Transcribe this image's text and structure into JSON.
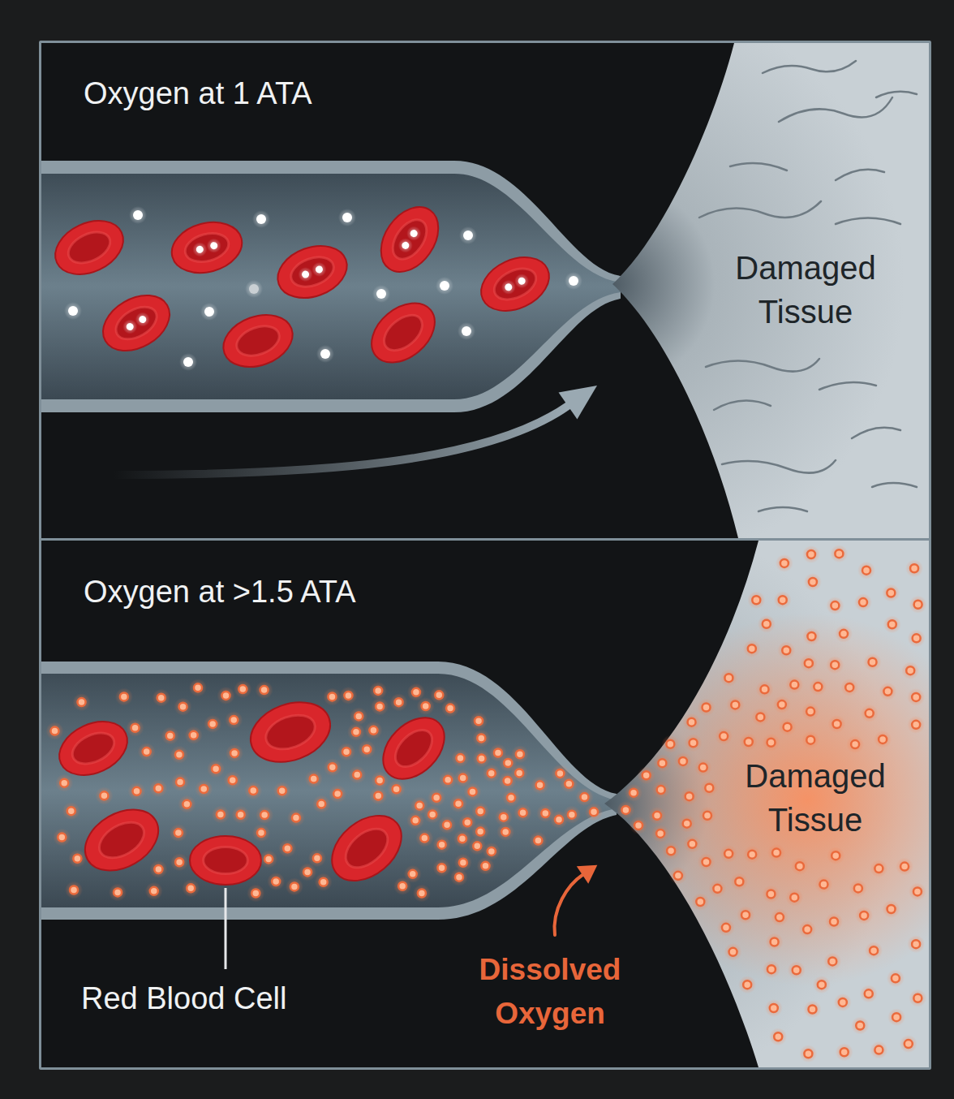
{
  "diagram": {
    "nodes": [
      {
        "text": [
          "Oxygen at 1 ATA"
        ]
      },
      {
        "text": [
          "Damaged Tissue"
        ],
        "in": 0
      },
      {
        "text": [
          "Oxygen at >1.5 ATA"
        ]
      },
      {
        "text": [
          "Damaged Tissue"
        ],
        "in": 2
      }
    ],
    "labels": [
      "Red Blood Cell",
      "Dissolved Oxygen"
    ]
  }
}
